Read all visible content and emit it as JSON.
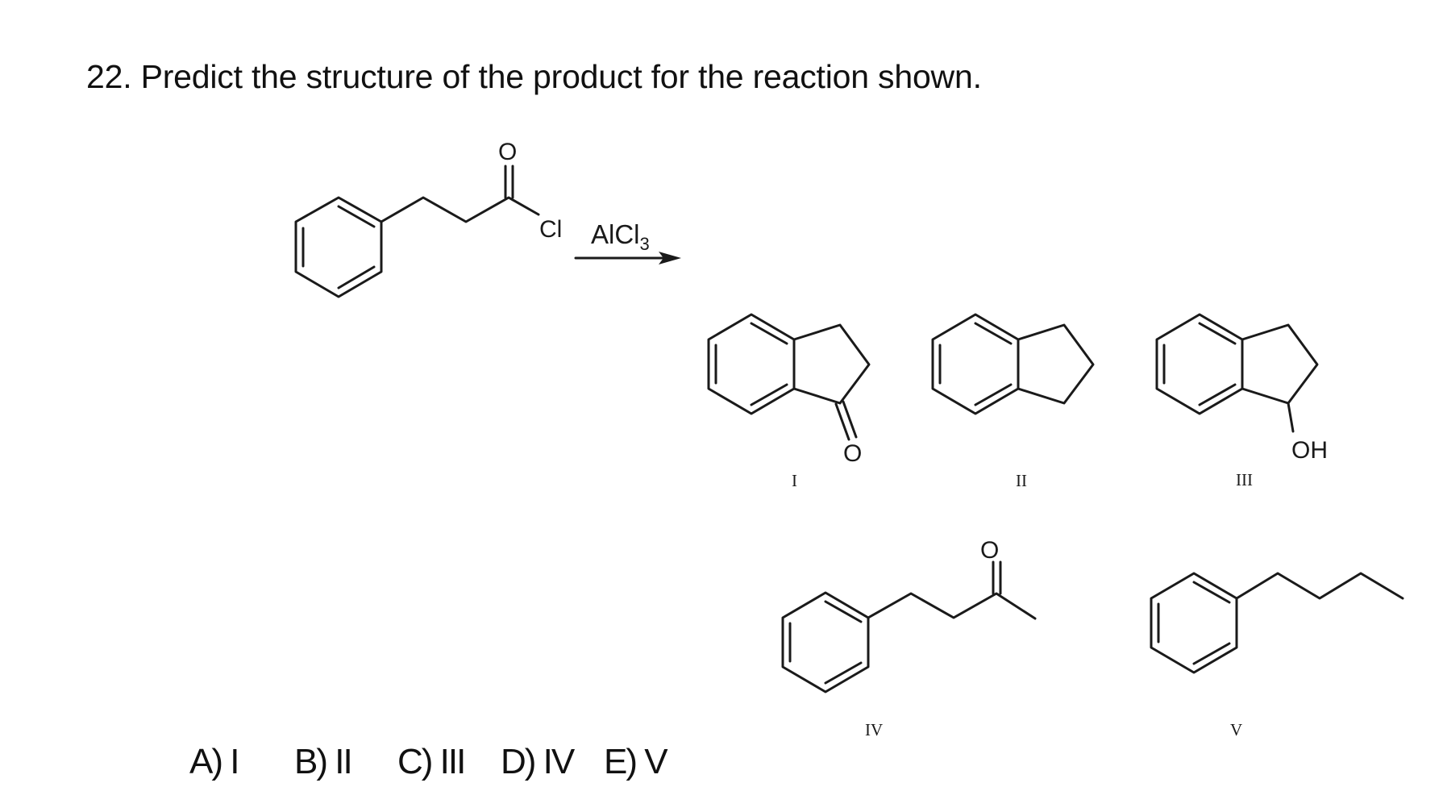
{
  "question": {
    "title": "22.  Predict the structure of the product for the reaction shown."
  },
  "reaction": {
    "reactant_atoms": {
      "oxygen": "O",
      "chlorine": "Cl"
    },
    "reagent_main": "AlCl",
    "reagent_subscript": "3",
    "arrow": "right-arrow-icon"
  },
  "candidates": [
    {
      "id": "I",
      "label": "I",
      "atom": "O"
    },
    {
      "id": "II",
      "label": "II"
    },
    {
      "id": "III",
      "label": "III",
      "atom": "OH"
    },
    {
      "id": "IV",
      "label": "IV",
      "atom": "O"
    },
    {
      "id": "V",
      "label": "V"
    }
  ],
  "answers": [
    "A) I",
    "B) II",
    "C) III",
    "D) IV",
    "E) V"
  ]
}
